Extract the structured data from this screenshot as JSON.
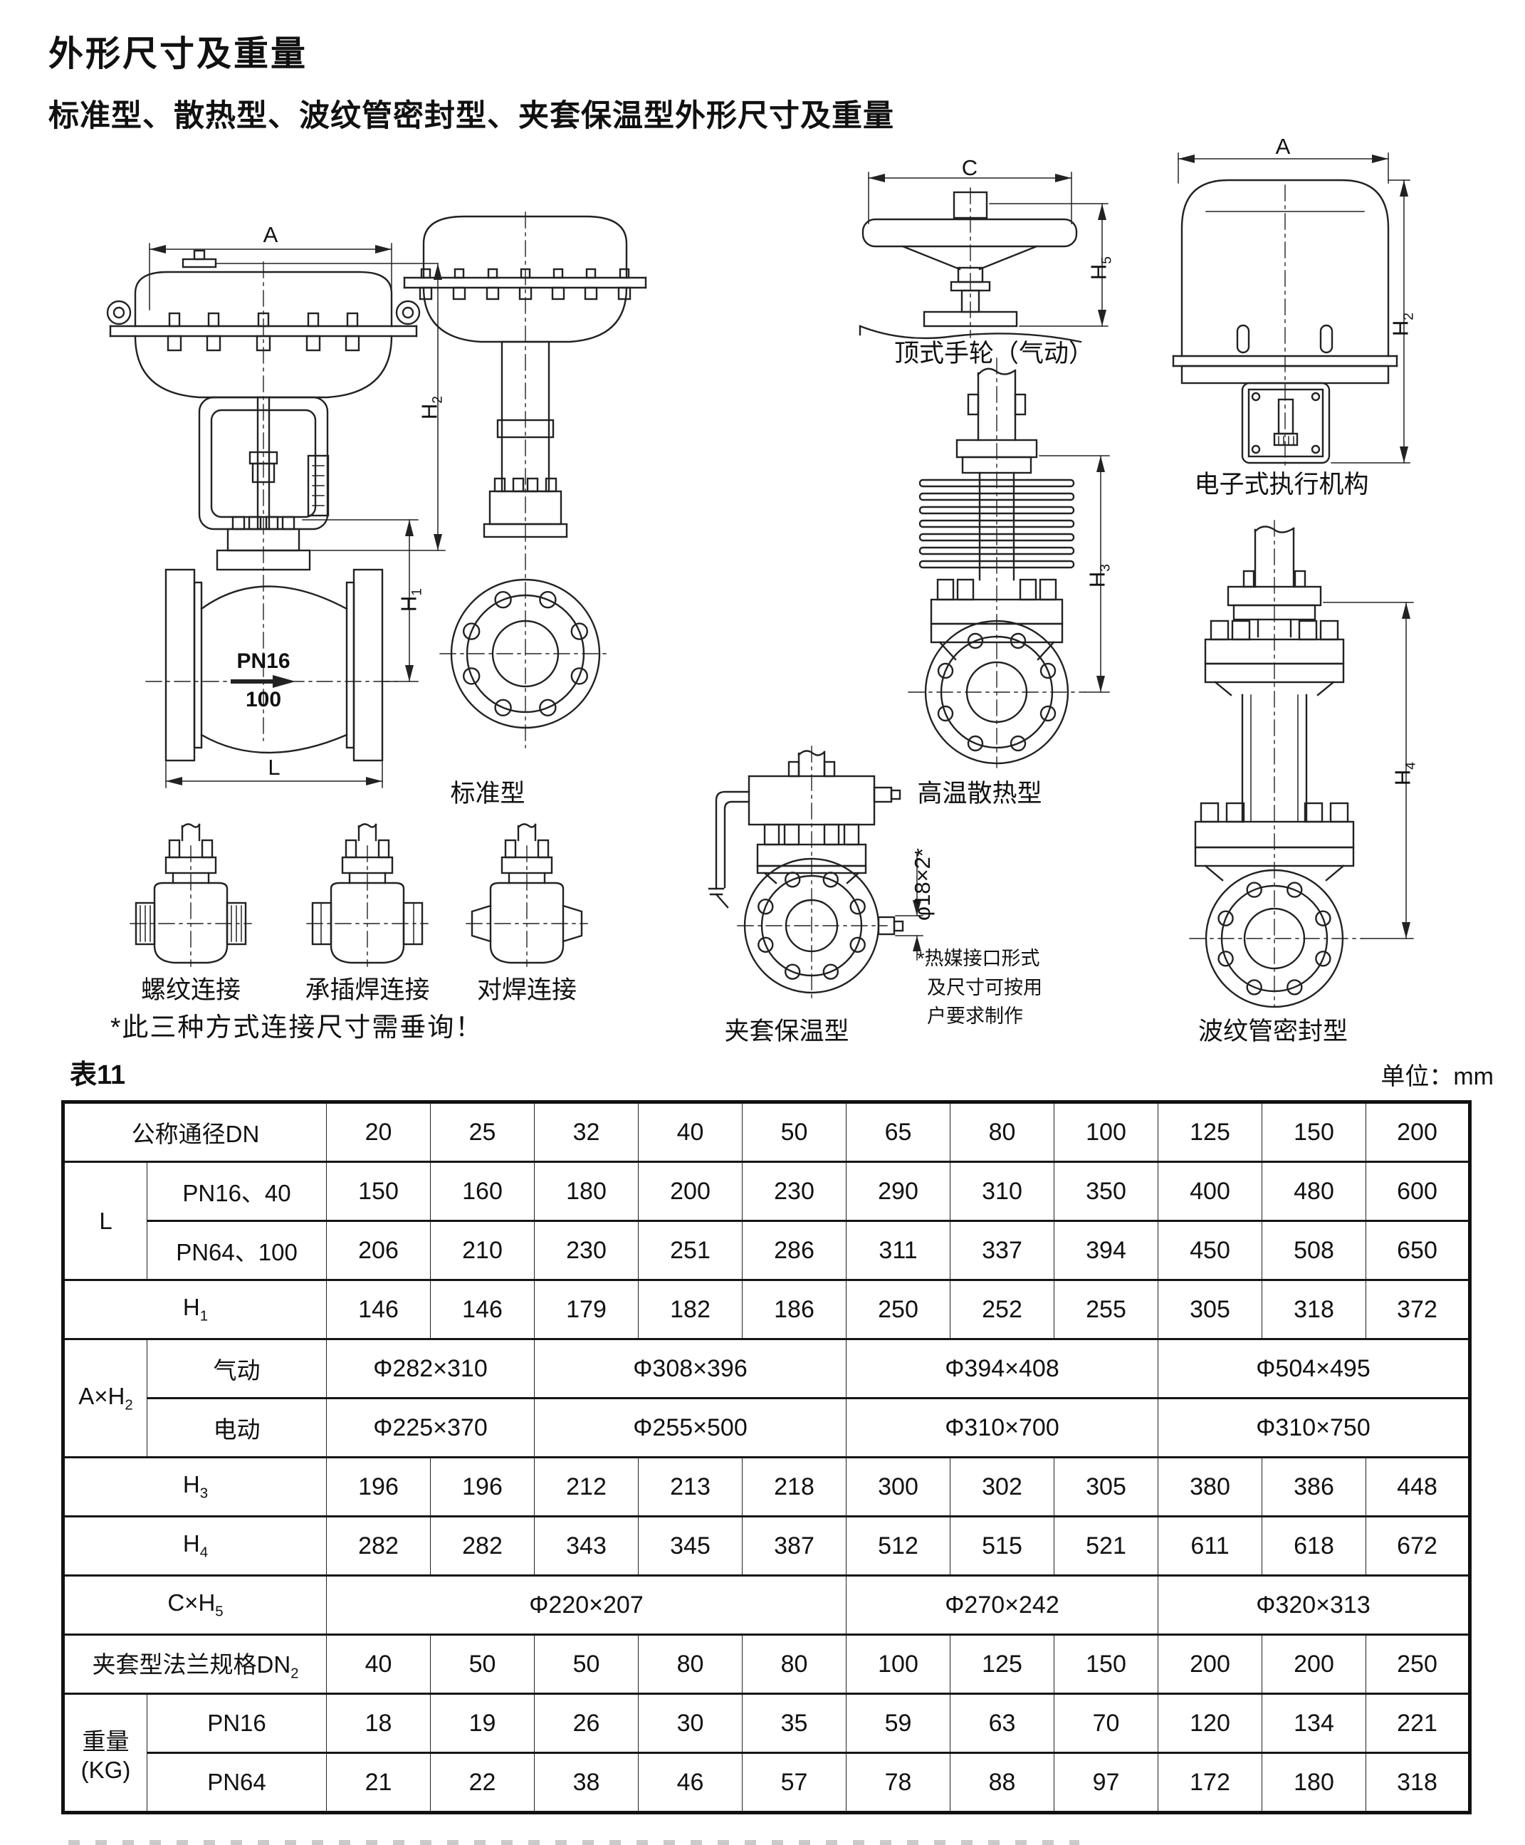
{
  "page": {
    "title": "外形尺寸及重量",
    "subtitle": "标准型、散热型、波纹管密封型、夹套保温型外形尺寸及重量",
    "table_label": "表11",
    "unit_label": "单位：mm"
  },
  "figures": {
    "standard": {
      "label": "标准型",
      "dim_a": "A",
      "dim_h2_pre": "H",
      "dim_h2_sub": "2",
      "dim_h1_pre": "H",
      "dim_h1_sub": "1",
      "dim_l": "L",
      "body_mark_top": "PN16",
      "body_mark_bottom": "100"
    },
    "handwheel": {
      "label": "顶式手轮（气动）",
      "dim_c": "C",
      "dim_h5_pre": "H",
      "dim_h5_sub": "5"
    },
    "electronic": {
      "label": "电子式执行机构",
      "dim_a": "A",
      "dim_h2_pre": "H",
      "dim_h2_sub": "2"
    },
    "heat": {
      "label": "高温散热型",
      "dim_h3_pre": "H",
      "dim_h3_sub": "3"
    },
    "bellows": {
      "label": "波纹管密封型",
      "dim_h4_pre": "H",
      "dim_h4_sub": "4"
    },
    "jacket": {
      "label": "夹套保温型",
      "dim_phi": "φ18×2*",
      "note_line1": "*热媒接口形式",
      "note_line2": "及尺寸可按用",
      "note_line3": "户要求制作"
    },
    "connections": {
      "thread_label": "螺纹连接",
      "socket_label": "承插焊连接",
      "butt_label": "对焊连接",
      "note": "*此三种方式连接尺寸需垂询！"
    }
  },
  "table": {
    "header_label": "公称通径DN",
    "dn_values": [
      "20",
      "25",
      "32",
      "40",
      "50",
      "65",
      "80",
      "100",
      "125",
      "150",
      "200"
    ],
    "l_group_label": "L",
    "l_rows": [
      {
        "label": "PN16、40",
        "values": [
          "150",
          "160",
          "180",
          "200",
          "230",
          "290",
          "310",
          "350",
          "400",
          "480",
          "600"
        ]
      },
      {
        "label": "PN64、100",
        "values": [
          "206",
          "210",
          "230",
          "251",
          "286",
          "311",
          "337",
          "394",
          "450",
          "508",
          "650"
        ]
      }
    ],
    "h1_pre": "H",
    "h1_sub": "1",
    "h1_values": [
      "146",
      "146",
      "179",
      "182",
      "186",
      "250",
      "252",
      "255",
      "305",
      "318",
      "372"
    ],
    "axh2_pre": "A×H",
    "axh2_sub": "2",
    "axh2_rows": [
      {
        "label": "气动",
        "spans": [
          {
            "text": "Φ282×310",
            "cols": 2
          },
          {
            "text": "Φ308×396",
            "cols": 3
          },
          {
            "text": "Φ394×408",
            "cols": 3
          },
          {
            "text": "Φ504×495",
            "cols": 3
          }
        ]
      },
      {
        "label": "电动",
        "spans": [
          {
            "text": "Φ225×370",
            "cols": 2
          },
          {
            "text": "Φ255×500",
            "cols": 3
          },
          {
            "text": "Φ310×700",
            "cols": 3
          },
          {
            "text": "Φ310×750",
            "cols": 3
          }
        ]
      }
    ],
    "h3_pre": "H",
    "h3_sub": "3",
    "h3_values": [
      "196",
      "196",
      "212",
      "213",
      "218",
      "300",
      "302",
      "305",
      "380",
      "386",
      "448"
    ],
    "h4_pre": "H",
    "h4_sub": "4",
    "h4_values": [
      "282",
      "282",
      "343",
      "345",
      "387",
      "512",
      "515",
      "521",
      "611",
      "618",
      "672"
    ],
    "cxh5_pre": "C×H",
    "cxh5_sub": "5",
    "cxh5_spans": [
      {
        "text": "Φ220×207",
        "cols": 5
      },
      {
        "text": "Φ270×242",
        "cols": 3
      },
      {
        "text": "Φ320×313",
        "cols": 3
      }
    ],
    "jacket_dn_pre": "夹套型法兰规格DN",
    "jacket_dn_sub": "2",
    "jacket_dn_values": [
      "40",
      "50",
      "50",
      "80",
      "80",
      "100",
      "125",
      "150",
      "200",
      "200",
      "250"
    ],
    "weight_label_line1": "重量",
    "weight_label_line2": "(KG)",
    "weight_rows": [
      {
        "label": "PN16",
        "values": [
          "18",
          "19",
          "26",
          "30",
          "35",
          "59",
          "63",
          "70",
          "120",
          "134",
          "221"
        ]
      },
      {
        "label": "PN64",
        "values": [
          "21",
          "22",
          "38",
          "46",
          "57",
          "78",
          "88",
          "97",
          "172",
          "180",
          "318"
        ]
      }
    ]
  }
}
